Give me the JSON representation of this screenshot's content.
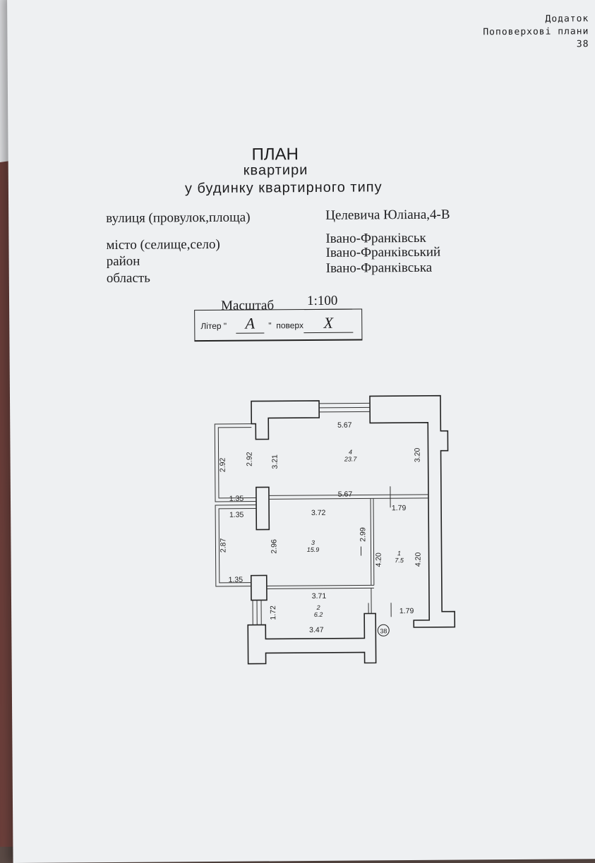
{
  "header": {
    "line1": "Додаток",
    "line2": "Поповерхові плани",
    "page": "38"
  },
  "title": {
    "main": "ПЛАН",
    "sub1": "квартири",
    "sub2": "у будинку квартирного типу"
  },
  "address": {
    "street_label": "вулиця (провулок,площа)",
    "street_value": "Целевича Юліана,4-В",
    "city_label": "місто (селище,село)",
    "city_value": "Івано-Франківськ",
    "district_label": "район",
    "district_value": "Івано-Франківський",
    "region_label": "область",
    "region_value": "Івано-Франківська"
  },
  "scale": {
    "label": "Масштаб",
    "value": "1:100"
  },
  "stamp": {
    "liter_label": "Літер \"",
    "liter_value": "А",
    "liter_close": "\"",
    "floor_label": "поверх",
    "floor_value": "X"
  },
  "floor_plan": {
    "rooms": [
      {
        "num": "1",
        "area": "7.5"
      },
      {
        "num": "2",
        "area": "6.2"
      },
      {
        "num": "3",
        "area": "15.9"
      },
      {
        "num": "4",
        "area": "23.7"
      }
    ],
    "dims": {
      "top_width": "5.67",
      "room4_mid_height": "3.21",
      "room4_right_height": "3.20",
      "balcony1_height_outer": "2.92",
      "balcony1_height_inner": "2.92",
      "balcony1_width_top": "1.35",
      "middle_width": "5.67",
      "balcony2_width_top": "1.35",
      "room3_width": "3.72",
      "room1_width_top": "1.79",
      "balcony2_height": "2.87",
      "room3_height": "2.96",
      "room3_right_height": "2.99",
      "room1_height_left": "4.20",
      "room1_height_right": "4.20",
      "balcony2_width_bottom": "1.35",
      "room2_width_top": "3.71",
      "room2_height": "1.72",
      "room1_width_bottom": "1.79",
      "room2_width_bottom": "3.47"
    },
    "apartment_number": "38"
  }
}
